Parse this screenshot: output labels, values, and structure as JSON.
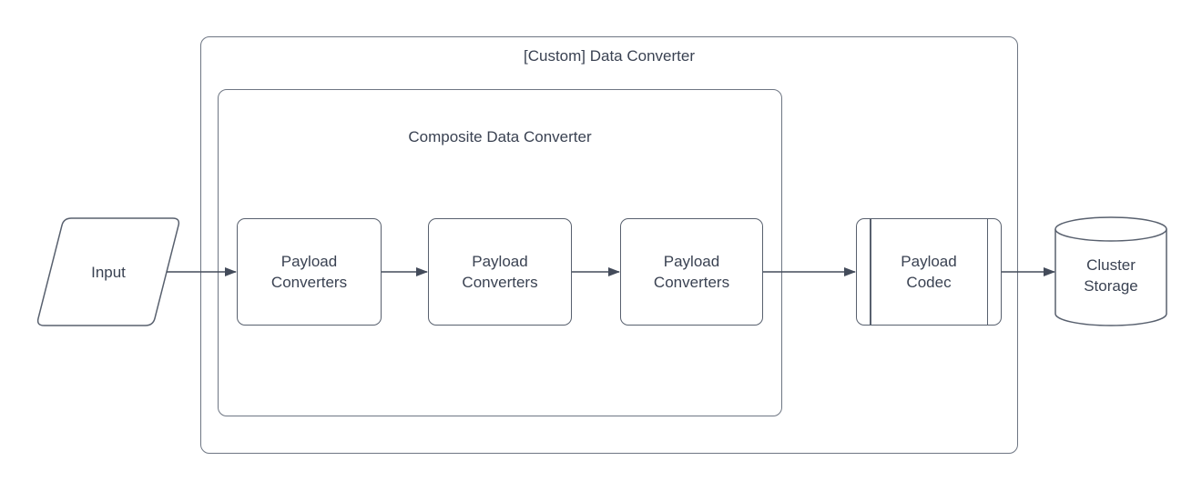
{
  "diagram": {
    "title_area": {
      "outer_label": "[Custom] Data Converter",
      "inner_label": "Composite Data Converter"
    },
    "nodes": {
      "input": {
        "label": "Input",
        "shape": "parallelogram"
      },
      "converter1": {
        "label": "Payload\nConverters",
        "shape": "rounded-rectangle"
      },
      "converter2": {
        "label": "Payload\nConverters",
        "shape": "rounded-rectangle"
      },
      "converter3": {
        "label": "Payload\nConverters",
        "shape": "rounded-rectangle"
      },
      "codec": {
        "label": "Payload\nCodec",
        "shape": "predefined-process"
      },
      "storage": {
        "label": "Cluster\nStorage",
        "shape": "cylinder"
      }
    },
    "edges": [
      {
        "from": "input",
        "to": "converter1"
      },
      {
        "from": "converter1",
        "to": "converter2"
      },
      {
        "from": "converter2",
        "to": "converter3"
      },
      {
        "from": "converter3",
        "to": "codec"
      },
      {
        "from": "codec",
        "to": "storage"
      }
    ],
    "colors": {
      "background": "#ffffff",
      "shape_stroke": "#58606e",
      "container_stroke": "#6e7683",
      "arrow": "#434b5a",
      "text": "#3a4252"
    }
  }
}
